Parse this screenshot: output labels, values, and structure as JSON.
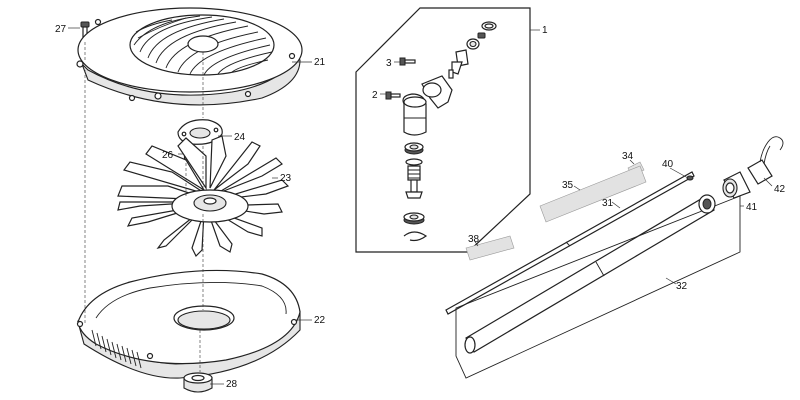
{
  "diagram": {
    "callouts": {
      "p1": "1",
      "p2": "2",
      "p3": "3",
      "p21": "21",
      "p22": "22",
      "p23": "23",
      "p24": "24",
      "p26": "26",
      "p27": "27",
      "p28": "28",
      "p31": "31",
      "p32": "32",
      "p34": "34",
      "p35": "35",
      "p38": "38",
      "p40": "40",
      "p41": "41",
      "p42": "42"
    },
    "colors": {
      "line": "#222222",
      "shade": "#e6e6e6",
      "decal": "#e2e2e2"
    }
  }
}
